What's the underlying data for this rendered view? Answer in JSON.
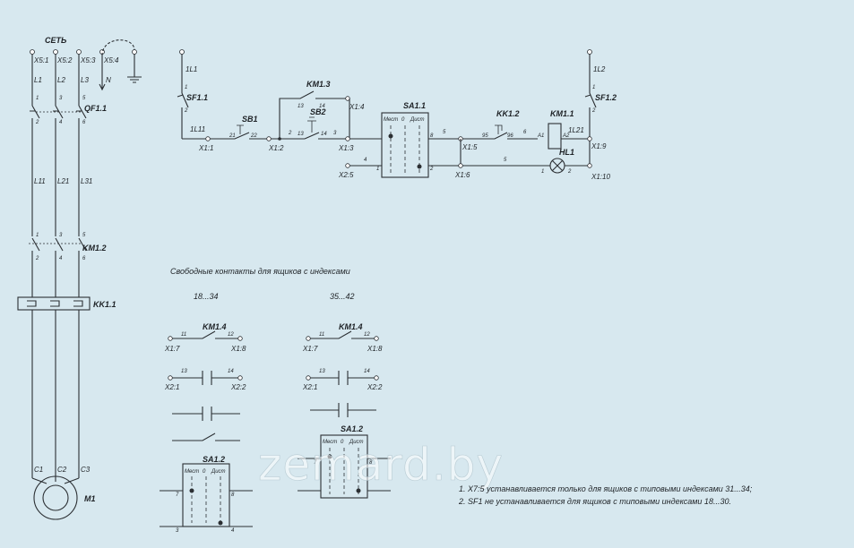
{
  "diagram": {
    "network_label": "СЕТЬ",
    "terminals_top": [
      "X5:1",
      "X5:2",
      "X5:3",
      "X5:4"
    ],
    "phases": [
      "L1",
      "L2",
      "L3",
      "N"
    ],
    "breaker": "QF1.1",
    "breaker_pins": [
      "1",
      "3",
      "5",
      "2",
      "4",
      "6"
    ],
    "lines_mid": [
      "L11",
      "L21",
      "L31"
    ],
    "contactor_main": "KM1.2",
    "contactor_pins": [
      "1",
      "3",
      "5",
      "2",
      "4",
      "6"
    ],
    "thermal_relay": "KK1.1",
    "motor_pins": [
      "C1",
      "C2",
      "C3"
    ],
    "motor": "M1",
    "control": {
      "left_supply": "1L1",
      "right_supply": "1L2",
      "sf_left": "SF1.1",
      "sf_right": "SF1.2",
      "sf_pins": [
        "1",
        "2"
      ],
      "node_1l11": "1L11",
      "node_1l21": "1L21",
      "sb1": "SB1",
      "sb2": "SB2",
      "km13": "KM1.3",
      "km11": "KM1.1",
      "kk12": "KK1.2",
      "sa11": "SA1.1",
      "hl1": "HL1",
      "sa_mode_local": "Мест",
      "sa_mode_zero": "0",
      "sa_mode_remote": "Дист",
      "terminals": [
        "X1:1",
        "X1:2",
        "X1:3",
        "X1:4",
        "X2:5",
        "X1:5",
        "X1:6",
        "X1:9",
        "X1:10"
      ],
      "wire_nums": [
        "2",
        "3",
        "4",
        "5",
        "6",
        "5"
      ],
      "contact_nums": [
        "21",
        "22",
        "13",
        "14",
        "13",
        "14",
        "95",
        "96",
        "A1",
        "A2",
        "8",
        "1",
        "2",
        "1",
        "2"
      ]
    },
    "free_contacts_title": "Свободные контакты для ящиков с индексами",
    "group_left_range": "18...34",
    "group_right_range": "35...42",
    "km14": "KM1.4",
    "sa12": "SA1.2",
    "aux_terminals": [
      "X1:7",
      "X1:8",
      "X2:1",
      "X2:2"
    ],
    "aux_pins": [
      "11",
      "12",
      "13",
      "14"
    ],
    "sa12_pins": [
      "7",
      "8",
      "3",
      "4"
    ],
    "notes": [
      "1. X7:5 устанавливается только для ящиков с типовыми индексами 31...34;",
      "2. SF1 не устанавливается для ящиков с типовыми индексами 18...30."
    ],
    "watermark": "zemard.by"
  }
}
